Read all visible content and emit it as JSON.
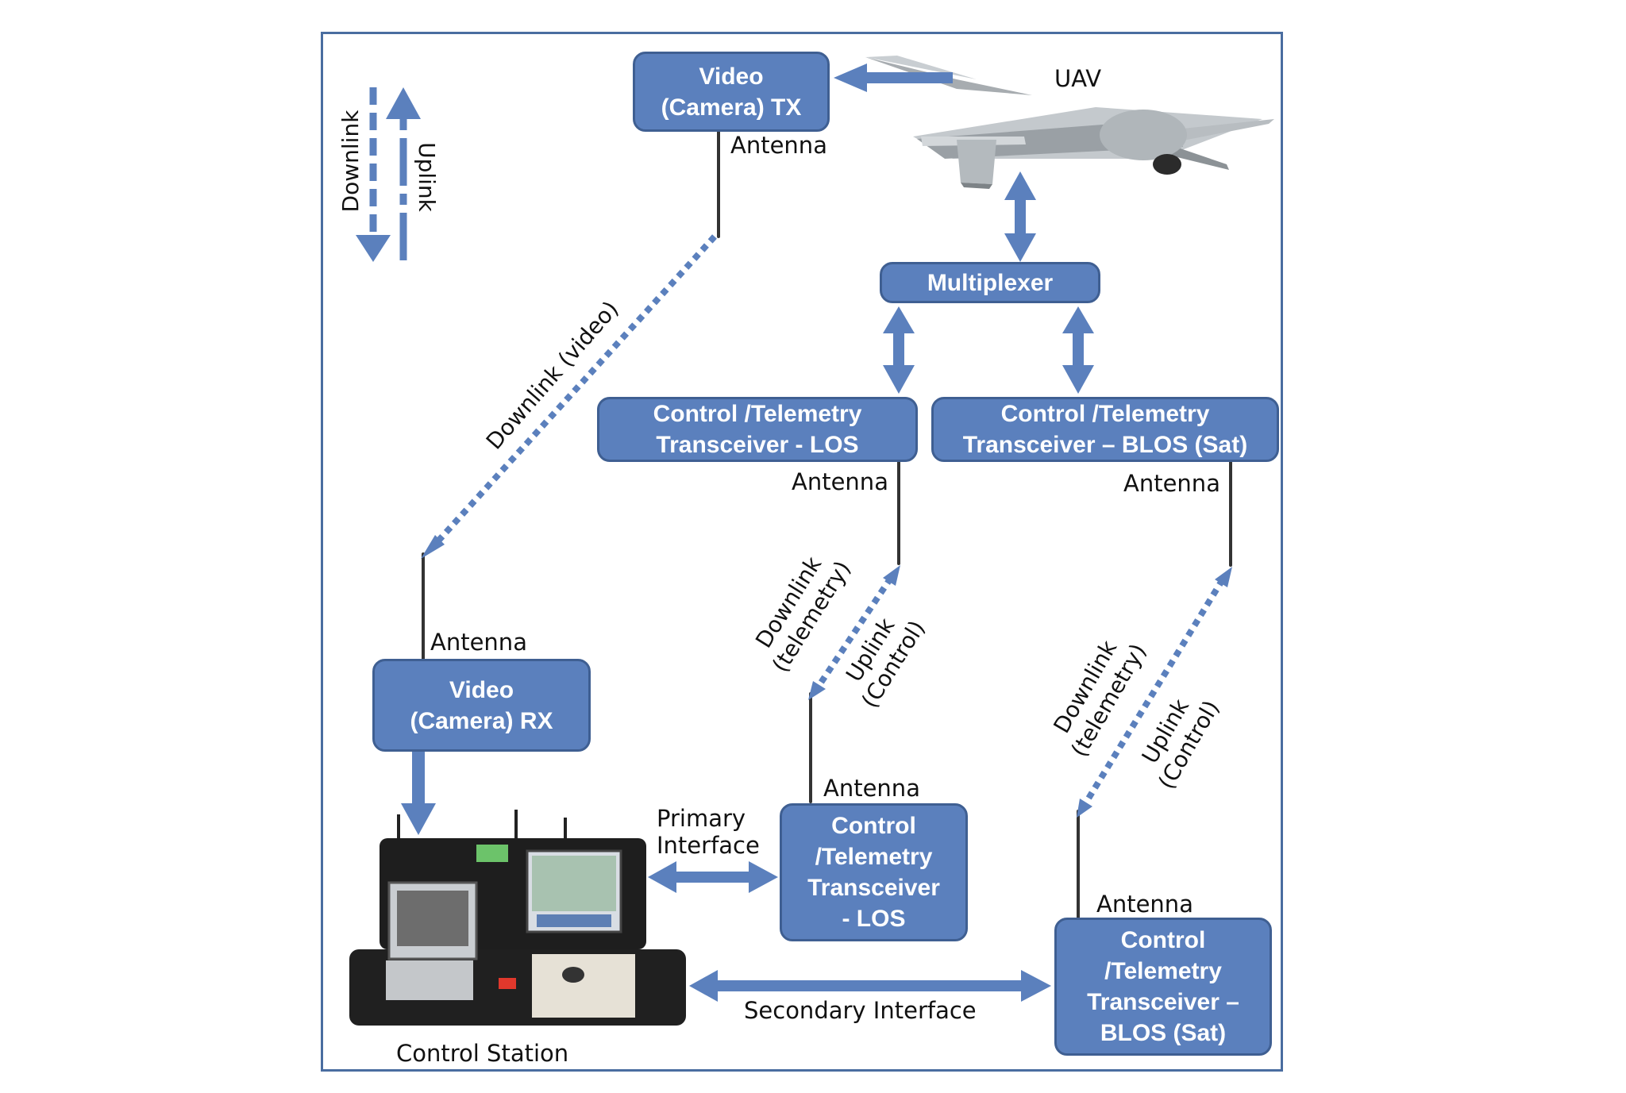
{
  "labels": {
    "uav": "UAV",
    "legend_downlink": "Downlink",
    "legend_uplink": "Uplink",
    "antenna": "Antenna",
    "downlink_video": "Downlink (video)",
    "downlink_telemetry_1": "Downlink",
    "downlink_telemetry_2": "(telemetry)",
    "uplink_control_1": "Uplink",
    "uplink_control_2": "(Control)",
    "primary_interface_1": "Primary",
    "primary_interface_2": "Interface",
    "secondary_interface": "Secondary Interface",
    "control_station": "Control Station"
  },
  "boxes": {
    "video_tx": [
      "Video",
      "(Camera) TX"
    ],
    "multiplexer": [
      "Multiplexer"
    ],
    "ctrl_los_air": [
      "Control /Telemetry",
      "Transceiver - LOS"
    ],
    "ctrl_blos_air": [
      "Control /Telemetry",
      "Transceiver – BLOS (Sat)"
    ],
    "video_rx": [
      "Video",
      "(Camera) RX"
    ],
    "ctrl_los_ground": [
      "Control",
      "/Telemetry",
      "Transceiver",
      "- LOS"
    ],
    "ctrl_blos_ground": [
      "Control",
      "/Telemetry",
      "Transceiver –",
      "BLOS (Sat)"
    ]
  },
  "colors": {
    "box_fill": "#5b80bd",
    "box_border": "#3f5f92",
    "arrow": "#5b80bd",
    "frame": "#4a6da0"
  }
}
